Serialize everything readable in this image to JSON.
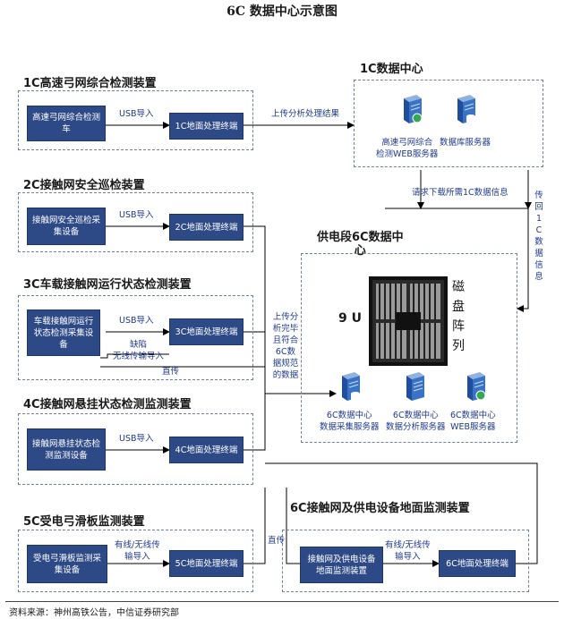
{
  "title": "6C 数据中心示意图",
  "sections": {
    "s1c": {
      "title": "1C高速弓网综合检测装置",
      "device": "高速弓网综合检测车",
      "link": "USB导入",
      "terminal": "1C地面处理终端"
    },
    "s2c": {
      "title": "2C接触网安全巡检装置",
      "device": "接触网安全巡检采集设备",
      "link": "USB导入",
      "terminal": "2C地面处理终端"
    },
    "s3c": {
      "title": "3C车载接触网运行状态检测装置",
      "device": "车载接触网运行状态检测采集设备",
      "link": "USB导入",
      "link2": "缺陷\n无线传输导入",
      "terminal": "3C地面处理终端",
      "direct": "直传"
    },
    "s4c": {
      "title": "4C接触网悬挂状态检测监测装置",
      "device": "接触网悬挂状态检测监测设备",
      "link": "USB导入",
      "terminal": "4C地面处理终端"
    },
    "s5c": {
      "title": "5C受电弓滑板监测装置",
      "device": "受电弓滑板监测采集设备",
      "link": "有线/无线传\n输导入",
      "terminal": "5C地面处理终端"
    },
    "s6c": {
      "title": "6C接触网及供电设备地面监测装置",
      "device": "接触网及供电设备地面监测装置",
      "link": "有线/无线传\n输导入",
      "terminal": "6C地面处理终端",
      "direct": "直传"
    }
  },
  "center1c": {
    "title": "1C数据中心",
    "upload": "上传分析处理结果",
    "server1": "高速弓网综合\n检测WEB服务器",
    "server2": "数据库服务器",
    "request": "请求下载所需1C数据信息",
    "return": "传\n回\n1\nC\n数\n据\n信\n息"
  },
  "center6c": {
    "title": "供电段6C数据中\n心",
    "disk": "磁\n盘\n阵\n列",
    "rack": "9 U",
    "upload": "上传分\n析完毕\n且符合\n6C数\n据规范\n的数据",
    "server1": "6C数据中心\n数据采集服务器",
    "server2": "6C数据中心\n数据分析服务器",
    "server3": "6C数据中心\nWEB服务器"
  },
  "icons": {
    "server": "server-icon",
    "rack": "disk-array-icon"
  },
  "colors": {
    "box": "#2e4a86",
    "dash": "#6b7fae",
    "label": "#1f3b8c"
  },
  "footer": "资料来源：神州高铁公告，中信证券研究部"
}
